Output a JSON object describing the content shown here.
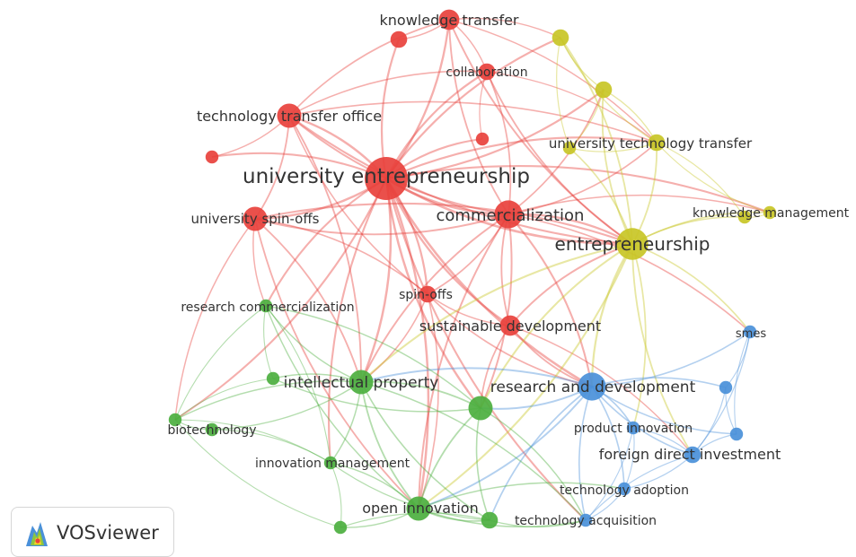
{
  "app": {
    "brand": "VOSviewer",
    "logo_icon": "vosviewer-logo-icon"
  },
  "clusters": {
    "red": "#e8413c",
    "green": "#4caf3f",
    "blue": "#4a90d9",
    "yellow": "#c8c526"
  },
  "nodes": [
    {
      "id": "ue",
      "label": "university entrepreneurship",
      "cluster": "red",
      "weight": 10
    },
    {
      "id": "kt",
      "label": "knowledge transfer",
      "cluster": "red",
      "weight": 4
    },
    {
      "id": "collab",
      "label": "collaboration",
      "cluster": "red",
      "weight": 3
    },
    {
      "id": "tto",
      "label": "technology transfer office",
      "cluster": "red",
      "weight": 5
    },
    {
      "id": "usp",
      "label": "university spin-offs",
      "cluster": "red",
      "weight": 5
    },
    {
      "id": "comm",
      "label": "commercialization",
      "cluster": "red",
      "weight": 6
    },
    {
      "id": "spin",
      "label": "spin-offs",
      "cluster": "red",
      "weight": 3
    },
    {
      "id": "sd",
      "label": "sustainable development",
      "cluster": "red",
      "weight": 4
    },
    {
      "id": "r_a",
      "label": "",
      "cluster": "red",
      "weight": 3
    },
    {
      "id": "r_b",
      "label": "",
      "cluster": "red",
      "weight": 2
    },
    {
      "id": "r_c",
      "label": "",
      "cluster": "red",
      "weight": 2
    },
    {
      "id": "ent",
      "label": "entrepreneurship",
      "cluster": "yellow",
      "weight": 7
    },
    {
      "id": "utt",
      "label": "university technology transfer",
      "cluster": "yellow",
      "weight": 3
    },
    {
      "id": "km",
      "label": "knowledge management",
      "cluster": "yellow",
      "weight": 2
    },
    {
      "id": "y_a",
      "label": "",
      "cluster": "yellow",
      "weight": 3
    },
    {
      "id": "y_b",
      "label": "",
      "cluster": "yellow",
      "weight": 3
    },
    {
      "id": "y_c",
      "label": "",
      "cluster": "yellow",
      "weight": 2
    },
    {
      "id": "y_d",
      "label": "",
      "cluster": "yellow",
      "weight": 2
    },
    {
      "id": "rd",
      "label": "research and development",
      "cluster": "blue",
      "weight": 6
    },
    {
      "id": "smes",
      "label": "smes",
      "cluster": "blue",
      "weight": 2
    },
    {
      "id": "pi",
      "label": "product innovation",
      "cluster": "blue",
      "weight": 2
    },
    {
      "id": "fdi",
      "label": "foreign direct investment",
      "cluster": "blue",
      "weight": 3
    },
    {
      "id": "ta",
      "label": "technology adoption",
      "cluster": "blue",
      "weight": 2
    },
    {
      "id": "tacq",
      "label": "technology acquisition",
      "cluster": "blue",
      "weight": 2
    },
    {
      "id": "b_a",
      "label": "",
      "cluster": "blue",
      "weight": 2
    },
    {
      "id": "b_b",
      "label": "",
      "cluster": "blue",
      "weight": 2
    },
    {
      "id": "ip",
      "label": "intellectual property",
      "cluster": "green",
      "weight": 5
    },
    {
      "id": "rc",
      "label": "research commercialization",
      "cluster": "green",
      "weight": 2
    },
    {
      "id": "bio",
      "label": "biotechnology",
      "cluster": "green",
      "weight": 2
    },
    {
      "id": "im",
      "label": "innovation management",
      "cluster": "green",
      "weight": 2
    },
    {
      "id": "oi",
      "label": "open innovation",
      "cluster": "green",
      "weight": 5
    },
    {
      "id": "g_a",
      "label": "",
      "cluster": "green",
      "weight": 5
    },
    {
      "id": "g_b",
      "label": "",
      "cluster": "green",
      "weight": 3
    },
    {
      "id": "g_c",
      "label": "",
      "cluster": "green",
      "weight": 2
    },
    {
      "id": "g_d",
      "label": "",
      "cluster": "green",
      "weight": 2
    },
    {
      "id": "g_e",
      "label": "",
      "cluster": "green",
      "weight": 2
    }
  ],
  "links": [
    [
      "ue",
      "kt"
    ],
    [
      "ue",
      "collab"
    ],
    [
      "ue",
      "tto"
    ],
    [
      "ue",
      "usp"
    ],
    [
      "ue",
      "comm"
    ],
    [
      "ue",
      "spin"
    ],
    [
      "ue",
      "sd"
    ],
    [
      "ue",
      "r_a"
    ],
    [
      "ue",
      "r_b"
    ],
    [
      "ue",
      "r_c"
    ],
    [
      "ue",
      "ent"
    ],
    [
      "ue",
      "utt"
    ],
    [
      "ue",
      "rd"
    ],
    [
      "ue",
      "ip"
    ],
    [
      "ue",
      "rc"
    ],
    [
      "ue",
      "oi"
    ],
    [
      "ue",
      "g_a"
    ],
    [
      "ue",
      "y_a"
    ],
    [
      "ue",
      "y_b"
    ],
    [
      "ue",
      "km"
    ],
    [
      "ue",
      "im"
    ],
    [
      "ue",
      "bio"
    ],
    [
      "ue",
      "tacq"
    ],
    [
      "kt",
      "collab"
    ],
    [
      "kt",
      "tto"
    ],
    [
      "kt",
      "y_a"
    ],
    [
      "kt",
      "comm"
    ],
    [
      "kt",
      "r_a"
    ],
    [
      "kt",
      "ent"
    ],
    [
      "kt",
      "utt"
    ],
    [
      "collab",
      "tto"
    ],
    [
      "collab",
      "comm"
    ],
    [
      "collab",
      "ent"
    ],
    [
      "collab",
      "utt"
    ],
    [
      "collab",
      "r_c"
    ],
    [
      "tto",
      "usp"
    ],
    [
      "tto",
      "comm"
    ],
    [
      "tto",
      "utt"
    ],
    [
      "tto",
      "ent"
    ],
    [
      "tto",
      "r_b"
    ],
    [
      "tto",
      "spin"
    ],
    [
      "tto",
      "ip"
    ],
    [
      "usp",
      "comm"
    ],
    [
      "usp",
      "spin"
    ],
    [
      "usp",
      "rc"
    ],
    [
      "usp",
      "ip"
    ],
    [
      "usp",
      "oi"
    ],
    [
      "usp",
      "ent"
    ],
    [
      "usp",
      "bio"
    ],
    [
      "comm",
      "ent"
    ],
    [
      "comm",
      "utt"
    ],
    [
      "comm",
      "spin"
    ],
    [
      "comm",
      "sd"
    ],
    [
      "comm",
      "rd"
    ],
    [
      "comm",
      "ip"
    ],
    [
      "comm",
      "km"
    ],
    [
      "comm",
      "y_b"
    ],
    [
      "comm",
      "smes"
    ],
    [
      "comm",
      "oi"
    ],
    [
      "comm",
      "g_a"
    ],
    [
      "spin",
      "sd"
    ],
    [
      "spin",
      "ip"
    ],
    [
      "spin",
      "rd"
    ],
    [
      "spin",
      "oi"
    ],
    [
      "sd",
      "rd"
    ],
    [
      "sd",
      "ent"
    ],
    [
      "sd",
      "g_a"
    ],
    [
      "sd",
      "fdi"
    ],
    [
      "ent",
      "utt"
    ],
    [
      "ent",
      "km"
    ],
    [
      "ent",
      "y_a"
    ],
    [
      "ent",
      "y_b"
    ],
    [
      "ent",
      "y_c"
    ],
    [
      "ent",
      "y_d"
    ],
    [
      "ent",
      "rd"
    ],
    [
      "ent",
      "smes"
    ],
    [
      "ent",
      "fdi"
    ],
    [
      "ent",
      "pi"
    ],
    [
      "ent",
      "ip"
    ],
    [
      "ent",
      "oi"
    ],
    [
      "ent",
      "g_a"
    ],
    [
      "utt",
      "y_a"
    ],
    [
      "utt",
      "y_b"
    ],
    [
      "utt",
      "y_c"
    ],
    [
      "utt",
      "km"
    ],
    [
      "utt",
      "y_d"
    ],
    [
      "y_a",
      "y_b"
    ],
    [
      "y_b",
      "y_c"
    ],
    [
      "y_a",
      "y_c"
    ],
    [
      "km",
      "y_d"
    ],
    [
      "rd",
      "smes"
    ],
    [
      "rd",
      "pi"
    ],
    [
      "rd",
      "fdi"
    ],
    [
      "rd",
      "ta"
    ],
    [
      "rd",
      "tacq"
    ],
    [
      "rd",
      "b_a"
    ],
    [
      "rd",
      "b_b"
    ],
    [
      "rd",
      "g_a"
    ],
    [
      "rd",
      "ip"
    ],
    [
      "rd",
      "oi"
    ],
    [
      "rd",
      "g_b"
    ],
    [
      "smes",
      "b_a"
    ],
    [
      "smes",
      "b_b"
    ],
    [
      "smes",
      "fdi"
    ],
    [
      "fdi",
      "pi"
    ],
    [
      "fdi",
      "ta"
    ],
    [
      "fdi",
      "b_a"
    ],
    [
      "fdi",
      "b_b"
    ],
    [
      "fdi",
      "tacq"
    ],
    [
      "ta",
      "tacq"
    ],
    [
      "ta",
      "pi"
    ],
    [
      "pi",
      "tacq"
    ],
    [
      "b_a",
      "b_b"
    ],
    [
      "ip",
      "rc"
    ],
    [
      "ip",
      "bio"
    ],
    [
      "ip",
      "im"
    ],
    [
      "ip",
      "oi"
    ],
    [
      "ip",
      "g_a"
    ],
    [
      "ip",
      "g_c"
    ],
    [
      "ip",
      "g_d"
    ],
    [
      "ip",
      "g_b"
    ],
    [
      "ip",
      "tacq"
    ],
    [
      "rc",
      "bio"
    ],
    [
      "rc",
      "im"
    ],
    [
      "rc",
      "g_c"
    ],
    [
      "rc",
      "g_a"
    ],
    [
      "rc",
      "oi"
    ],
    [
      "bio",
      "im"
    ],
    [
      "bio",
      "g_d"
    ],
    [
      "bio",
      "g_c"
    ],
    [
      "bio",
      "g_e"
    ],
    [
      "im",
      "oi"
    ],
    [
      "im",
      "g_d"
    ],
    [
      "im",
      "g_e"
    ],
    [
      "im",
      "g_b"
    ],
    [
      "oi",
      "g_a"
    ],
    [
      "oi",
      "g_b"
    ],
    [
      "oi",
      "g_e"
    ],
    [
      "oi",
      "tacq"
    ],
    [
      "oi",
      "ta"
    ],
    [
      "g_a",
      "g_b"
    ],
    [
      "g_a",
      "tacq"
    ],
    [
      "g_b",
      "tacq"
    ],
    [
      "g_e",
      "g_b"
    ],
    [
      "g_c",
      "g_a"
    ]
  ]
}
